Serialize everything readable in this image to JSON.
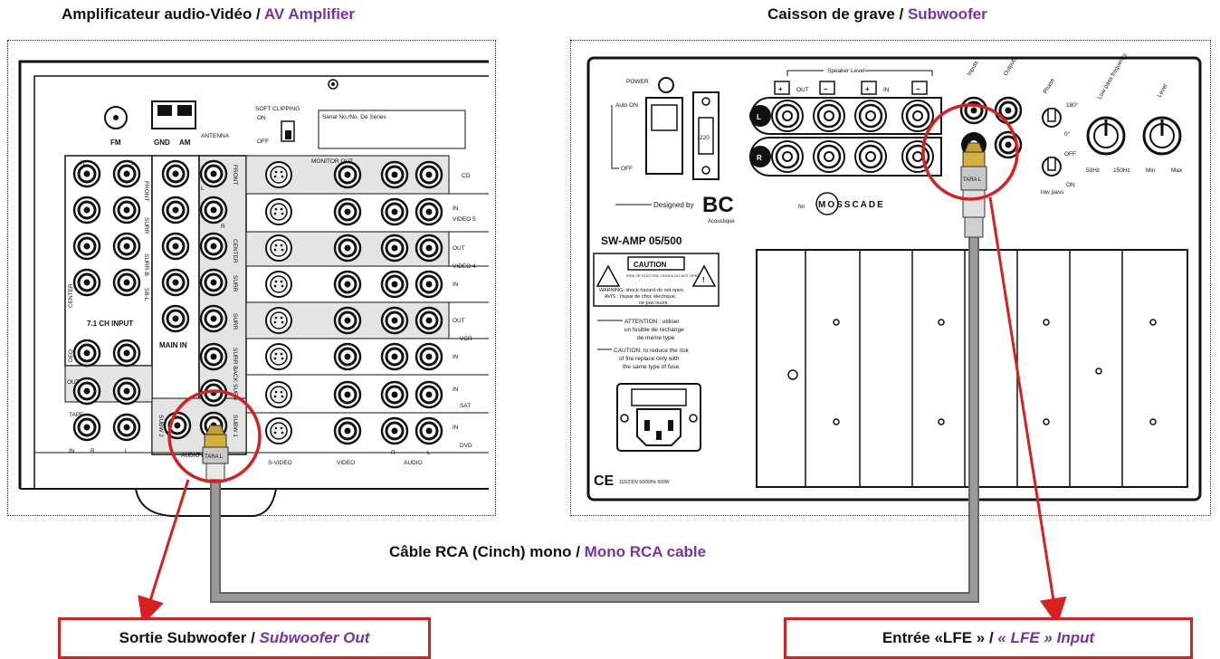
{
  "amplifier": {
    "title_fr": "Amplificateur audio-Vidéo /",
    "title_en": "AV Amplifier",
    "labels": {
      "fm": "FM",
      "gnd": "GND",
      "am": "AM",
      "antenna": "ANTENNA",
      "soft_clipping": "SOFT CLIPPING",
      "on": "ON",
      "off": "OFF",
      "serial": "Serial No./No. De Series",
      "monitor_out": "MONITOR OUT",
      "cd": "CD",
      "video5_in": "IN",
      "video5": "VIDEO 5",
      "video4_out": "OUT",
      "video4": "VIDEO 4",
      "video4_in": "IN",
      "vcr_out": "OUT",
      "vcr": "VCR",
      "vcr_in": "IN",
      "sat_in": "IN",
      "sat": "SAT",
      "dvd_in": "IN",
      "dvd": "DVD",
      "input_71": "7.1 CH INPUT",
      "main_in": "MAIN IN",
      "center": "CENTER",
      "front": "FRONT",
      "surr": "SURR",
      "surr_b": "SURR-B",
      "sbl": "SB-L",
      "front2": "FRONT",
      "center2": "CENTER",
      "surr2": "SURR",
      "surr_r": "SURR",
      "surr_back": "SURR BACK",
      "surr_back_2": "SURR",
      "r": "R",
      "l": "L",
      "rr": "R",
      "ll": "L",
      "deq": "DEQ",
      "out": "OUT",
      "tape": "TAPE",
      "tape_in": "IN",
      "tape_r": "R",
      "tape_l": "L",
      "subw2": "SUBW 2",
      "subw1": "SUBW 1",
      "audio_preout": "AUDIO PRE-OUT",
      "svideo": "S-VIDEO",
      "video": "VIDEO",
      "audio": "AUDIO",
      "audio_r": "R",
      "audio_l": "L",
      "plug_brand": "TARA L"
    }
  },
  "subwoofer": {
    "title_fr": "Caisson de grave /",
    "title_en": "Subwoofer",
    "labels": {
      "power": "POWER",
      "auto_on": "Auto ON",
      "off": "OFF",
      "voltage": "220",
      "speaker_level": "Speaker Level",
      "plus1": "+",
      "out": "OUT",
      "minus1": "−",
      "plus2": "+",
      "in": "IN",
      "minus2": "−",
      "left": "L",
      "right": "R",
      "inputs": "Inputs",
      "outputs": "Outputs",
      "phase": "Phase",
      "deg180": "180°",
      "deg0": "0°",
      "off2": "OFF",
      "on": "ON",
      "low_pass": "low pass",
      "lowpass_freq": "Low pass frequency",
      "level": "Level",
      "hz50": "50Hz",
      "hz150": "150Hz",
      "min": "Min",
      "max": "Max",
      "designed_by": "Designed by",
      "bc": "BC",
      "acoustique": "Acoustique",
      "for": "for",
      "mosscade": "MOSSCADE",
      "model": "SW-AMP 05/500",
      "caution": "CAUTION",
      "risk": "RISK OF ELECTRIC SHOCK DO NOT OPEN",
      "warning_1": "WARNING: shock hazard-do not open.",
      "warning_2": "AVIS : risque de choc électrique,",
      "warning_3": "ne pas ouvrir.",
      "attention_1": "ATTENTION : utiliser",
      "attention_2": "un fusible de rechange",
      "attention_3": "de meme type",
      "caution_1": "CAUTION: to reduce the risk",
      "caution_2": "of fire replace only with",
      "caution_3": "the same type of fuse.",
      "ce": "CE",
      "rating": "115/230V 50/60Hz 500W",
      "plug_brand": "TARA L"
    }
  },
  "cable": {
    "label_fr": "Câble RCA (Cinch) mono /",
    "label_en": "Mono RCA cable"
  },
  "callouts": {
    "left_fr": "Sortie Subwoofer /",
    "left_en": "Subwoofer Out",
    "right_fr": "Entrée «LFE » /",
    "right_en": "« LFE » Input"
  },
  "colors": {
    "accent_purple": "#7a2fb0",
    "callout_red": "#d92020",
    "cable_gray": "#8a8a8a"
  }
}
